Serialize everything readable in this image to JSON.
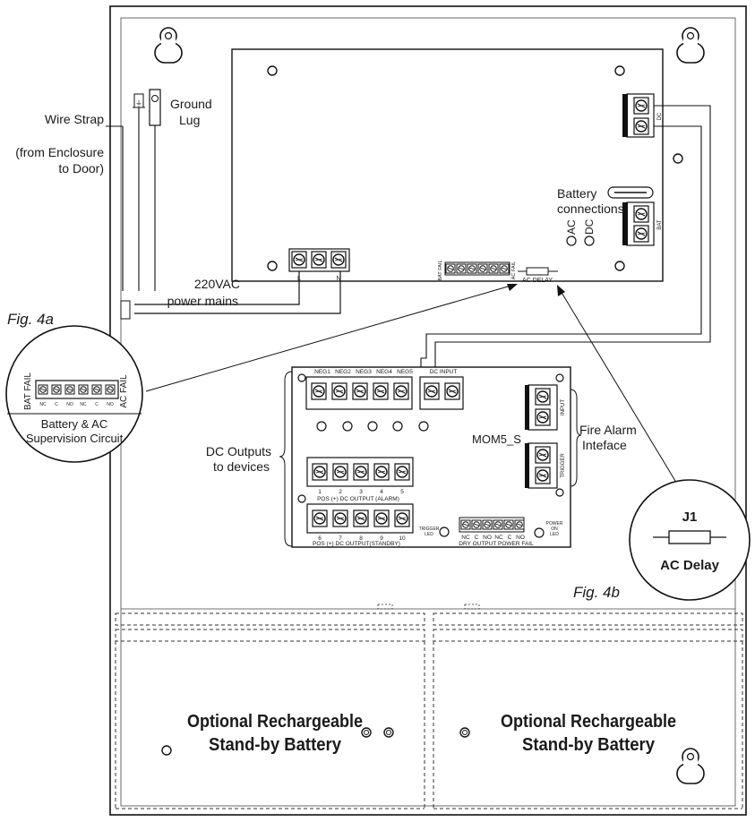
{
  "labels": {
    "wire_strap": "Wire Strap",
    "from_enclosure_1": "(from Enclosure",
    "from_enclosure_2": "to Door)",
    "ground_lug_1": "Ground",
    "ground_lug_2": "Lug",
    "mains_1": "220VAC",
    "mains_2": "power mains",
    "battery_connections_1": "Battery",
    "battery_connections_2": "connections",
    "led_ac": "AC",
    "led_dc": "DC",
    "bat_fail_small": "BAT FAIL",
    "ac_fail_small": "AC FAIL",
    "ac_delay_small": "AC DELAY",
    "dc_terminal": "DC",
    "bat_terminal": "BAT",
    "mains_l": "L",
    "mains_n": "N",
    "fig_4a": "Fig. 4a",
    "fig_4b": "Fig. 4b",
    "supervision_1": "Battery & AC",
    "supervision_2": "Supervision Circuit",
    "zoom_bat_fail": "BAT FAIL",
    "zoom_ac_fail": "AC FAIL",
    "nc": "NC",
    "c": "C",
    "no": "NO",
    "dc_outputs_1": "DC Outputs",
    "dc_outputs_2": "to devices",
    "mom_label": "MOM5_S",
    "fire_alarm_1": "Fire Alarm",
    "fire_alarm_2": "Inteface",
    "neg_labels": [
      "NEG1",
      "NEG2",
      "NEG3",
      "NEG4",
      "NEG5"
    ],
    "dc_input": "DC INPUT",
    "alarm_nums": [
      "1",
      "2",
      "3",
      "4",
      "5"
    ],
    "alarm_caption": "POS (+) DC OUTPUT (ALARM)",
    "standby_nums": [
      "6",
      "7",
      "8",
      "9",
      "10"
    ],
    "standby_caption": "POS (+) DC OUTPUT(STANDBY)",
    "input_side": "INPUT",
    "trigger_side": "TRIGGER",
    "trigger_led_1": "TRIGGER",
    "trigger_led_2": "LED",
    "power_led_1": "POWER",
    "power_led_2": "ON",
    "power_led_3": "LED",
    "dry_nc1": "NC",
    "dry_c1": "C",
    "dry_no1": "NO",
    "dry_nc2": "NC",
    "dry_c2": "C",
    "dry_no2": "NO",
    "dry_caption": "DRY OUTPUT  POWER FAIL",
    "j1": "J1",
    "ac_delay": "AC Delay",
    "battery_left_1": "Optional Rechargeable",
    "battery_left_2": "Stand-by Battery",
    "battery_right_1": "Optional Rechargeable",
    "battery_right_2": "Stand-by Battery"
  }
}
